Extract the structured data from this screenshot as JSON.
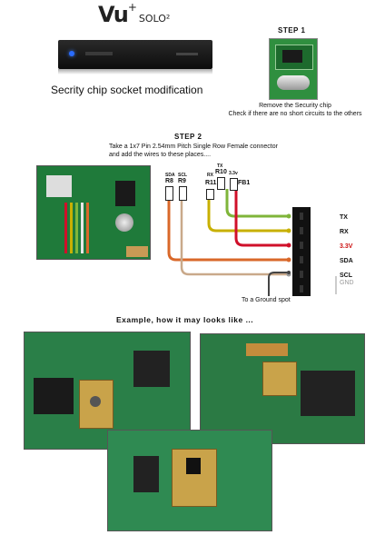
{
  "header": {
    "brand": "Vu",
    "brand_plus": "+",
    "model": "SOLO²",
    "title": "Secrity chip socket modification"
  },
  "step1": {
    "title": "STEP 1",
    "line1": "Remove the Security chip",
    "line2": "Check if there are no short circuits to the others"
  },
  "step2": {
    "title": "STEP 2",
    "line1": "Take a 1x7 Pin 2.54mm Pitch Single Row Female connector",
    "line2": "and add the wires to these places....",
    "resistors": {
      "sda": "SDA",
      "r8": "R8",
      "scl": "SCL",
      "r9": "R9",
      "rx": "RX",
      "r11": "R11",
      "tx": "TX",
      "r10": "R10",
      "v33": "3.3v",
      "fb1": "FB1"
    },
    "pins": [
      "TX",
      "RX",
      "3.3V",
      "SDA",
      "SCL"
    ],
    "gnd": "GND",
    "ground_note": "To a Ground spot"
  },
  "example_title": "Example, how it may looks like ...",
  "colors": {
    "pcb": "#1f7a3a",
    "wire_tx": "#7fb53a",
    "wire_rx": "#c8b000",
    "wire_33": "#d0102a",
    "wire_sda": "#d9682a",
    "wire_scl": "#c9a98a",
    "gnd_red": "#cc1111"
  }
}
